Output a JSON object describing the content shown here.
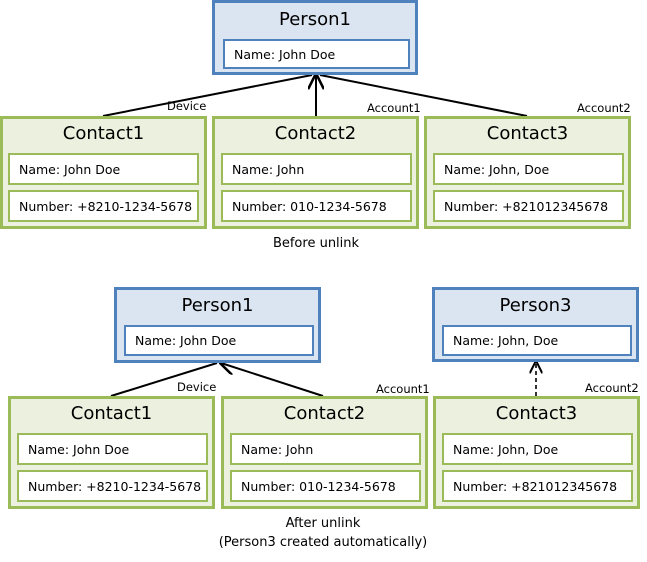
{
  "before": {
    "person": {
      "title": "Person1",
      "name": "Name:  John Doe"
    },
    "contacts": [
      {
        "title": "Contact1",
        "name": "Name:  John Doe",
        "number": "Number:  +8210-1234-5678",
        "source": "Device"
      },
      {
        "title": "Contact2",
        "name": "Name:  John",
        "number": "Number:  010-1234-5678",
        "source": "Account1"
      },
      {
        "title": "Contact3",
        "name": "Name:  John, Doe",
        "number": "Number:  +821012345678",
        "source": "Account2"
      }
    ],
    "caption": "Before unlink"
  },
  "after": {
    "person1": {
      "title": "Person1",
      "name": "Name:  John Doe"
    },
    "person3": {
      "title": "Person3",
      "name": "Name:  John, Doe"
    },
    "contacts": [
      {
        "title": "Contact1",
        "name": "Name:  John Doe",
        "number": "Number:  +8210-1234-5678",
        "source": "Device"
      },
      {
        "title": "Contact2",
        "name": "Name:  John",
        "number": "Number:  010-1234-5678",
        "source": "Account1"
      },
      {
        "title": "Contact3",
        "name": "Name:  John, Doe",
        "number": "Number:  +821012345678",
        "source": "Account2"
      }
    ],
    "caption_line1": "After unlink",
    "caption_line2": "(Person3 created automatically)"
  }
}
